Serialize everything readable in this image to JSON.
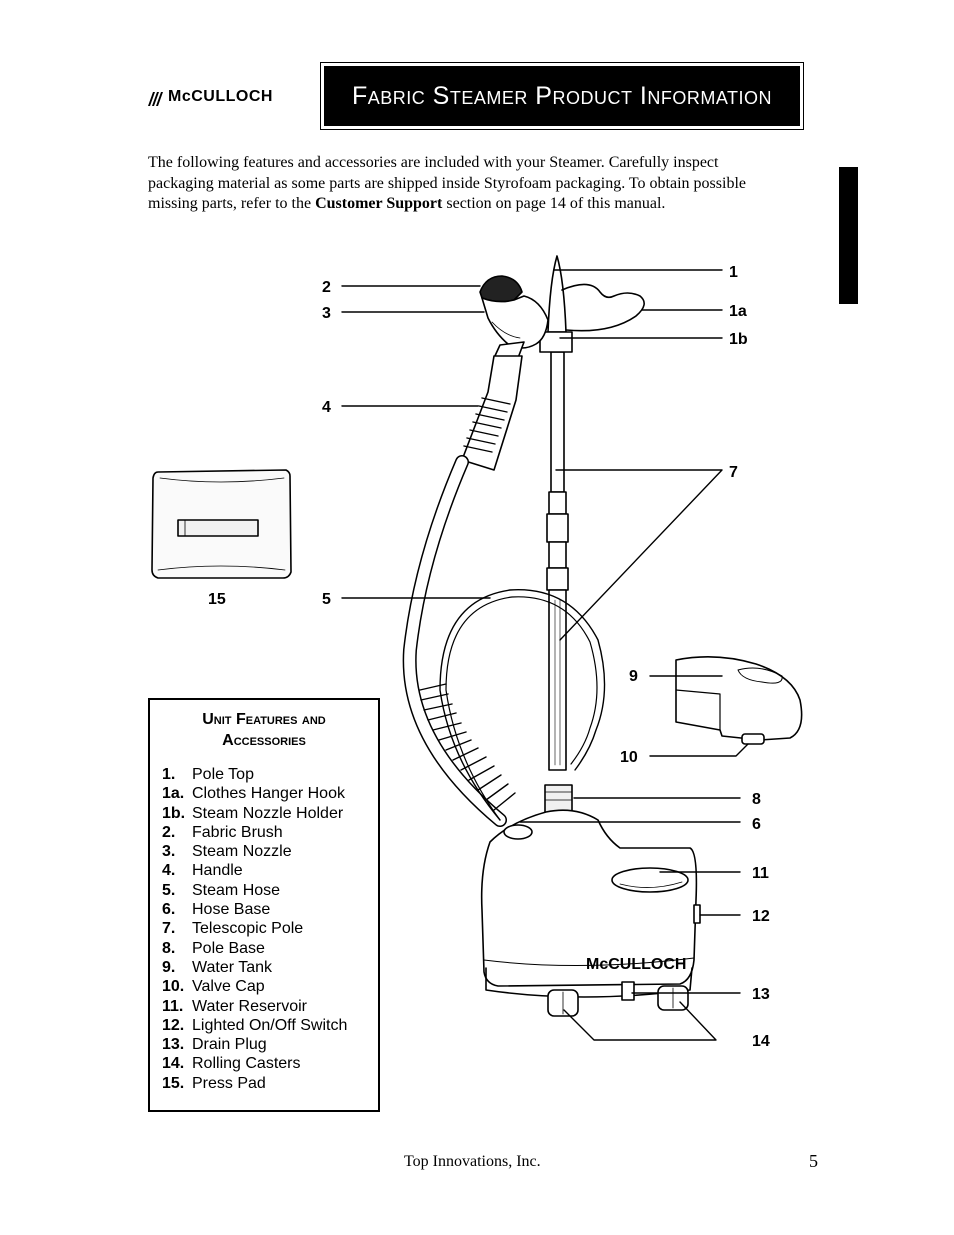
{
  "header": {
    "brand": "McCULLOCH",
    "title": "Fabric Steamer Product Information"
  },
  "intro": {
    "text_before": "The following features and accessories are included with your Steamer.  Carefully inspect packaging material as some parts are shipped inside Styrofoam packaging.  To obtain possible missing parts, refer to the ",
    "bold": "Customer Support",
    "text_after": " section on page 14 of this manual."
  },
  "diagram": {
    "callouts": [
      "1",
      "1a",
      "1b",
      "2",
      "3",
      "4",
      "5",
      "6",
      "7",
      "8",
      "9",
      "10",
      "11",
      "12",
      "13",
      "14",
      "15"
    ],
    "base_brand": "McCULLOCH"
  },
  "legend": {
    "title_line1": "Unit Features and",
    "title_line2": "Accessories",
    "items": [
      {
        "num": "1.",
        "label": "Pole Top"
      },
      {
        "num": "1a.",
        "label": "Clothes Hanger Hook"
      },
      {
        "num": "1b.",
        "label": "Steam Nozzle Holder"
      },
      {
        "num": "2.",
        "label": "Fabric Brush"
      },
      {
        "num": "3.",
        "label": "Steam Nozzle"
      },
      {
        "num": "4.",
        "label": "Handle"
      },
      {
        "num": "5.",
        "label": "Steam Hose"
      },
      {
        "num": "6.",
        "label": "Hose Base"
      },
      {
        "num": "7.",
        "label": "Telescopic Pole"
      },
      {
        "num": "8.",
        "label": "Pole Base"
      },
      {
        "num": "9.",
        "label": "Water Tank"
      },
      {
        "num": "10.",
        "label": "Valve Cap"
      },
      {
        "num": "11.",
        "label": "Water Reservoir"
      },
      {
        "num": "12.",
        "label": "Lighted On/Off Switch"
      },
      {
        "num": "13.",
        "label": "Drain Plug"
      },
      {
        "num": "14.",
        "label": "Rolling Casters"
      },
      {
        "num": "15.",
        "label": "Press Pad"
      }
    ]
  },
  "footer": {
    "company": "Top Innovations, Inc.",
    "page_number": "5"
  }
}
